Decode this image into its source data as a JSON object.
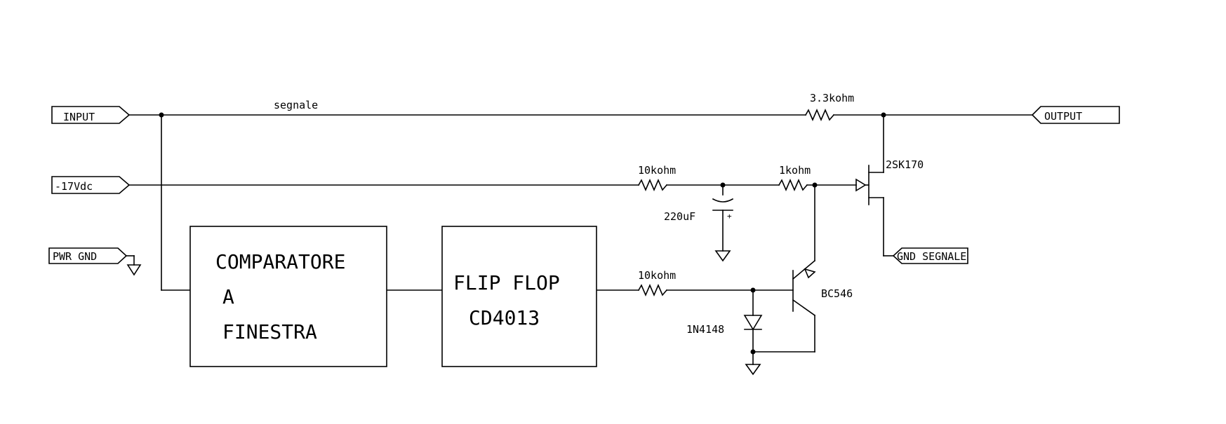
{
  "ports": {
    "input": "INPUT",
    "neg17": "-17Vdc",
    "pwr_gnd": "PWR GND",
    "output": "OUTPUT",
    "gnd_segnale": "GND SEGNALE"
  },
  "nets": {
    "signal": "segnale"
  },
  "components": {
    "r_output": "3.3kohm",
    "r_supply": "10kohm",
    "r_gate": "1kohm",
    "r_base": "10kohm",
    "capacitor": "220uF",
    "cap_polarity": "+",
    "jfet": "2SK170",
    "bjt": "BC546",
    "diode": "1N4148"
  },
  "blocks": {
    "comparator": {
      "line1": "COMPARATORE",
      "line2": "A",
      "line3": "FINESTRA"
    },
    "flipflop": {
      "line1": "FLIP FLOP",
      "line2": "CD4013"
    }
  }
}
